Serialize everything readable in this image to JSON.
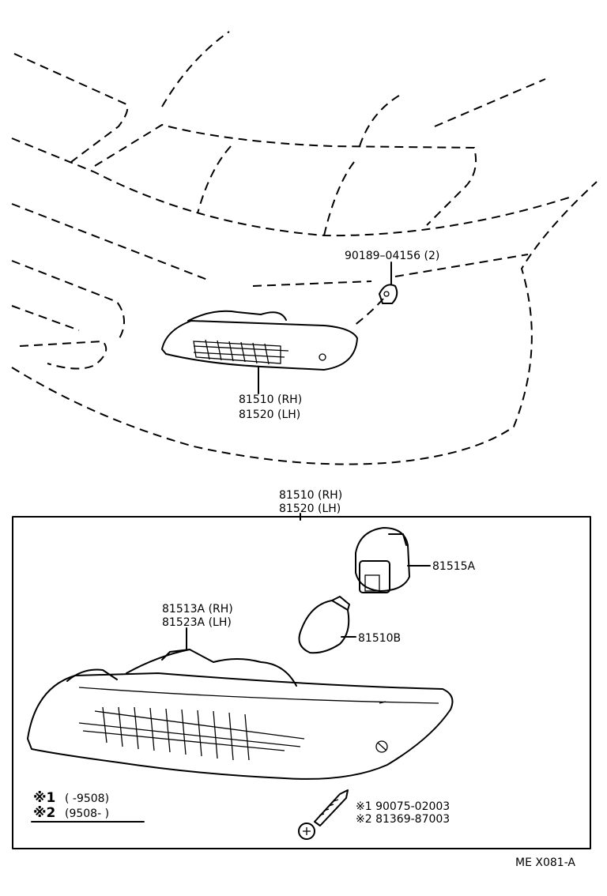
{
  "callouts": {
    "clip": "90189–04156 (2)",
    "assy_rh_top": "81510 (RH)",
    "assy_lh_top": "81520 (LH)",
    "assy_rh_box": "81510 (RH)",
    "assy_lh_box": "81520 (LH)",
    "socket": "81515A",
    "lens_rh": "81513A (RH)",
    "lens_lh": "81523A (LH)",
    "bulb": "81510B",
    "screw1": "※1 90075-02003",
    "screw2": "※2 81369-87003"
  },
  "legend": {
    "note1_mark": "※1",
    "note1_range": "(        -9508)",
    "note2_mark": "※2",
    "note2_range": "(9508-           )"
  },
  "diagram_code": "ME X081-A"
}
